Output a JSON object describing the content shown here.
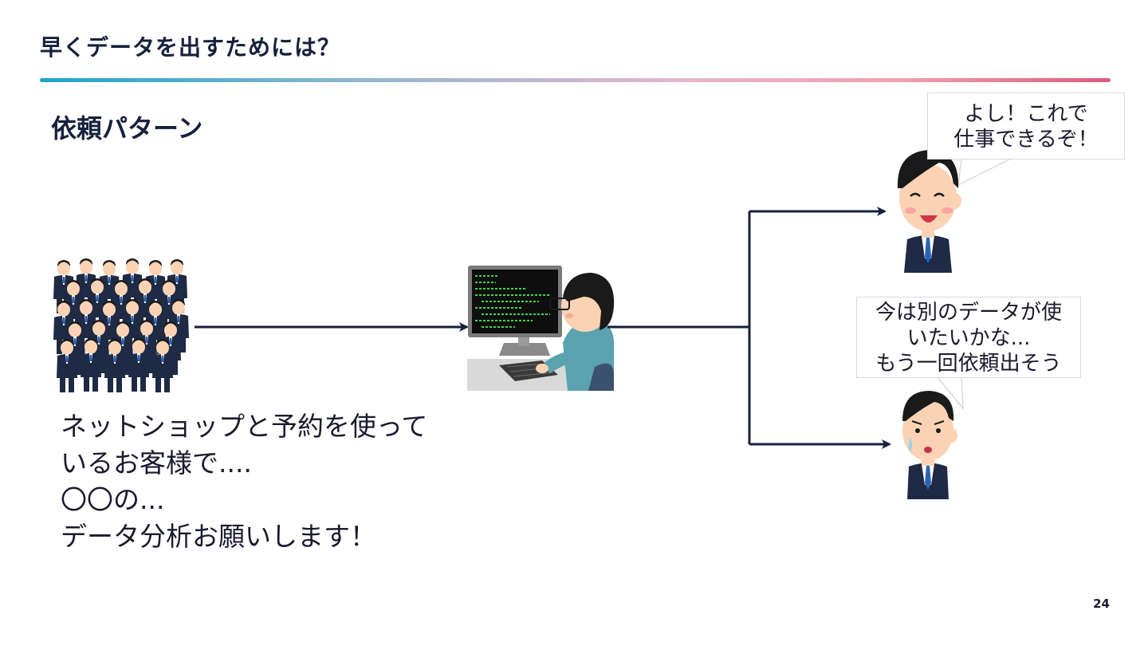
{
  "slide": {
    "title": "早くデータを出すためには？",
    "section_heading": "依頼パターン",
    "page_number": "24"
  },
  "request_text": {
    "lines": [
      "ネットショップと予約を使って",
      "いるお客様で....",
      "〇〇の...",
      "データ分析お願いします！"
    ]
  },
  "bubbles": {
    "happy": {
      "lines": [
        "よし！これで",
        "仕事できるぞ！"
      ]
    },
    "sad": {
      "lines": [
        "今は別のデータが使",
        "いたいかな...",
        "もう一回依頼出そう"
      ]
    }
  },
  "colors": {
    "arrow": "#16213e",
    "suit": "#1f2a44",
    "skin": "#fbd3b4",
    "hair": "#1a1a1a",
    "screen_code": "#3dd64a",
    "sweater": "#5aa2b0"
  },
  "icons": {
    "crowd": "business-crowd-icon",
    "analyst": "programmer-at-computer-icon",
    "happy_person": "smiling-businessman-icon",
    "sad_person": "crying-businessman-icon"
  }
}
